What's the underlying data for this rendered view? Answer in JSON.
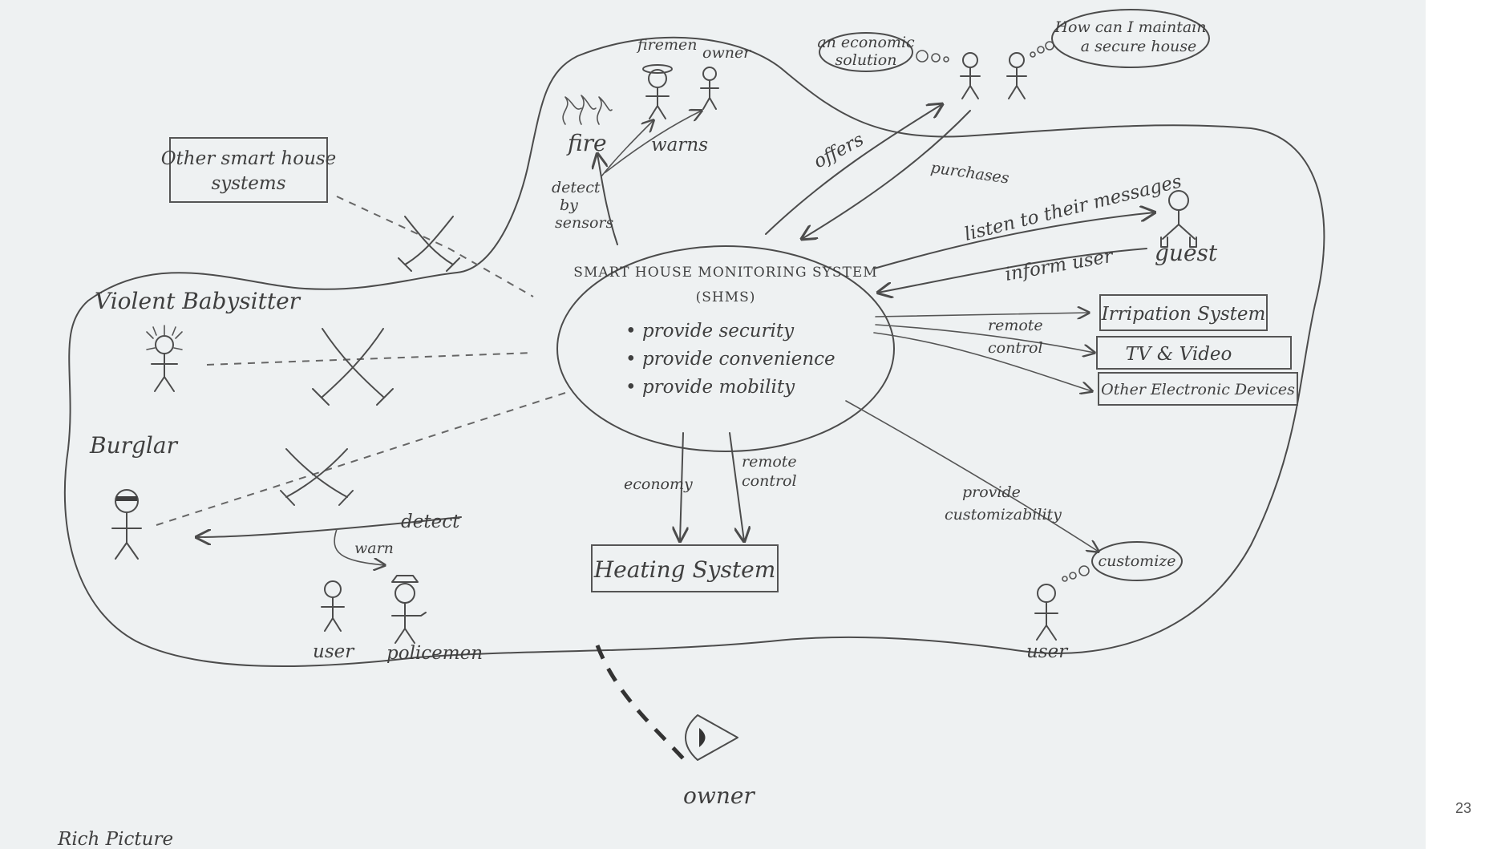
{
  "page_number": "23",
  "caption": "Rich Picture",
  "center": {
    "title": "SMART HOUSE MONITORING SYSTEM",
    "abbrev": "(SHMS)",
    "goals": [
      "• provide security",
      "• provide convenience",
      "• provide mobility"
    ]
  },
  "boxes": {
    "other_systems_line1": "Other smart house",
    "other_systems_line2": "systems",
    "irrigation": "Irripation System",
    "tv": "TV & Video",
    "other_devices": "Other Electronic Devices",
    "heating": "Heating System"
  },
  "actors": {
    "firemen": "firemen",
    "owner_top": "owner",
    "fire": "fire",
    "violent_babysitter": "Violent Babysitter",
    "burglar": "Burglar",
    "user_left": "user",
    "policemen": "policemen",
    "guest": "guest",
    "user_right": "user",
    "owner_bottom": "owner"
  },
  "bubbles": {
    "economic_line1": "an economic",
    "economic_line2": "solution",
    "secure_line1": "How can I maintain",
    "secure_line2": "a secure house",
    "customize": "customize"
  },
  "labels": {
    "warns": "warns",
    "detect_by_sensors_1": "detect",
    "detect_by_sensors_2": "by",
    "detect_by_sensors_3": "sensors",
    "offers": "offers",
    "purchases": "purchases",
    "listen": "listen to their messages",
    "inform_user": "inform user",
    "remote_control_1": "remote",
    "remote_control_2": "control",
    "economy": "economy",
    "remote_control_bottom_1": "remote",
    "remote_control_bottom_2": "control",
    "provide_custom_1": "provide",
    "provide_custom_2": "customizability",
    "detect": "detect",
    "warn": "warn"
  }
}
